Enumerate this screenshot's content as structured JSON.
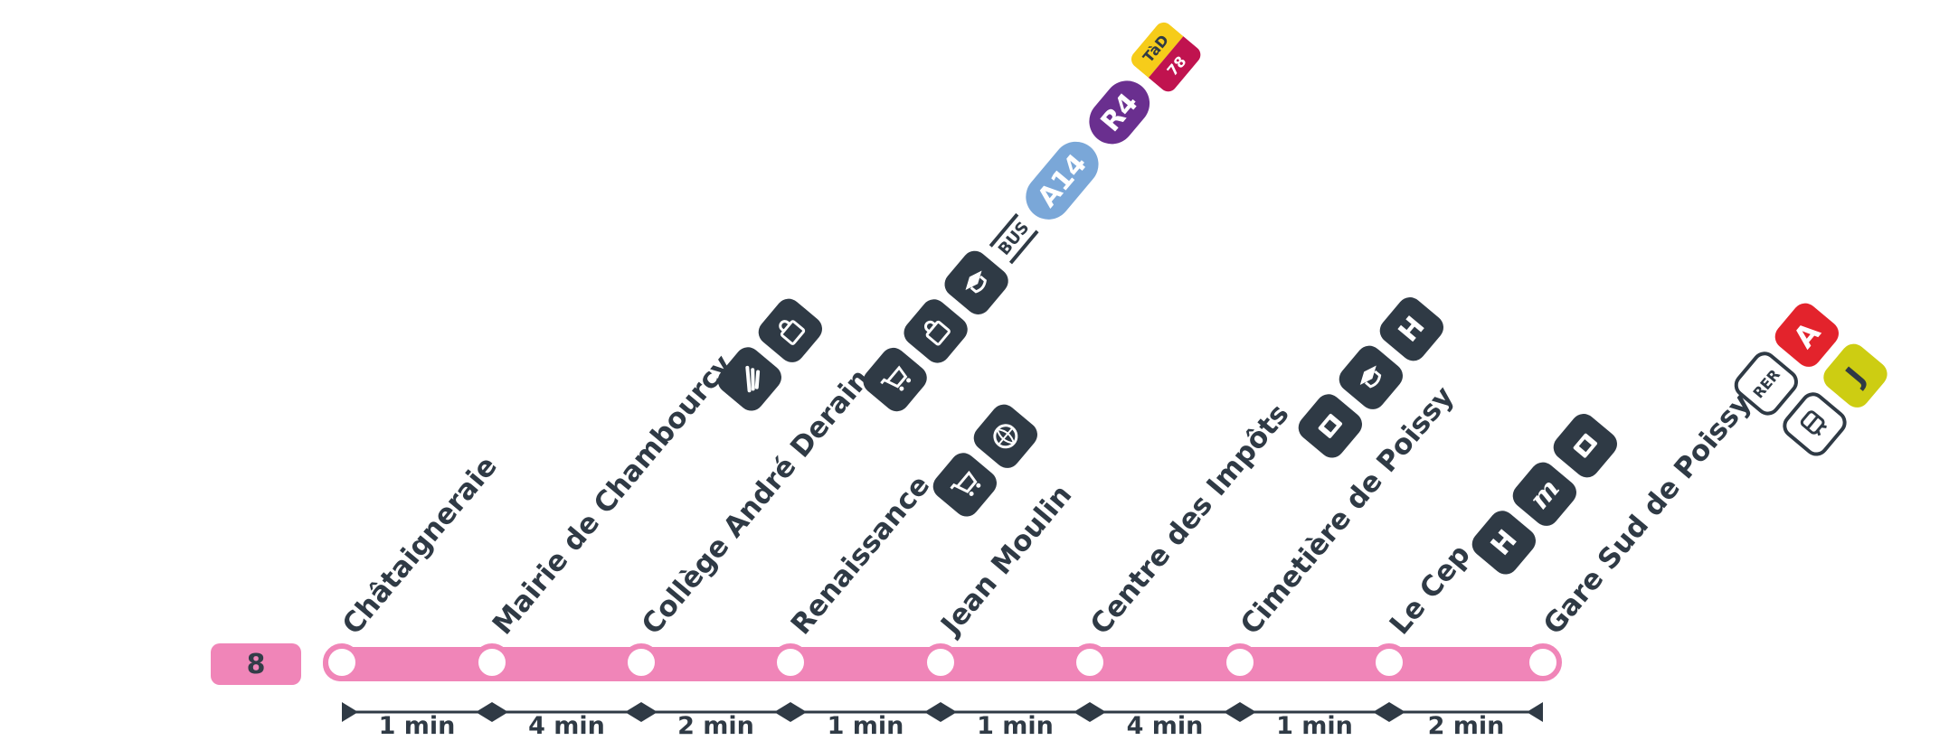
{
  "line": {
    "number": "8",
    "color": "#f085b8",
    "dark": "#2f3a45"
  },
  "stops": [
    {
      "name": "Châtaigneraie"
    },
    {
      "name": "Mairie de Chambourcy",
      "icons": [
        "fast-train-icon",
        "shopping-bag-icon"
      ]
    },
    {
      "name": "Collège André Derain",
      "icons": [
        "shopping-cart-icon",
        "shopping-bag-icon",
        "graduation-cap-icon"
      ],
      "connections": {
        "bus_label": "BUS",
        "lines": [
          {
            "label": "A14",
            "color": "#7aa7d8"
          },
          {
            "label": "R4",
            "color": "#6a2f8f"
          }
        ],
        "tad": {
          "top": "TàD",
          "bottom": "78",
          "top_color": "#f6cc1a",
          "bottom_color": "#c0134f"
        }
      }
    },
    {
      "name": "Renaissance",
      "icons": [
        "shopping-cart-icon",
        "globe-sports-icon"
      ]
    },
    {
      "name": "Jean Moulin"
    },
    {
      "name": "Centre des Impôts",
      "icons": [
        "public-building-icon",
        "graduation-cap-icon",
        "hospital-icon"
      ],
      "hospital_label": "H"
    },
    {
      "name": "Cimetière de Poissy"
    },
    {
      "name": "Le Cep",
      "icons": [
        "hospital-icon",
        "town-hall-icon",
        "public-building-icon"
      ],
      "hospital_label": "H",
      "town_hall_label": "m"
    },
    {
      "name": "Gare Sud de Poissy",
      "rer": {
        "label": "RER",
        "a_label": "A",
        "a_color": "#e3232c",
        "j_label": "J",
        "j_color": "#cdcd12"
      }
    }
  ],
  "travel_times": [
    "1 min",
    "4 min",
    "2 min",
    "1 min",
    "1 min",
    "4 min",
    "1 min",
    "2 min"
  ]
}
